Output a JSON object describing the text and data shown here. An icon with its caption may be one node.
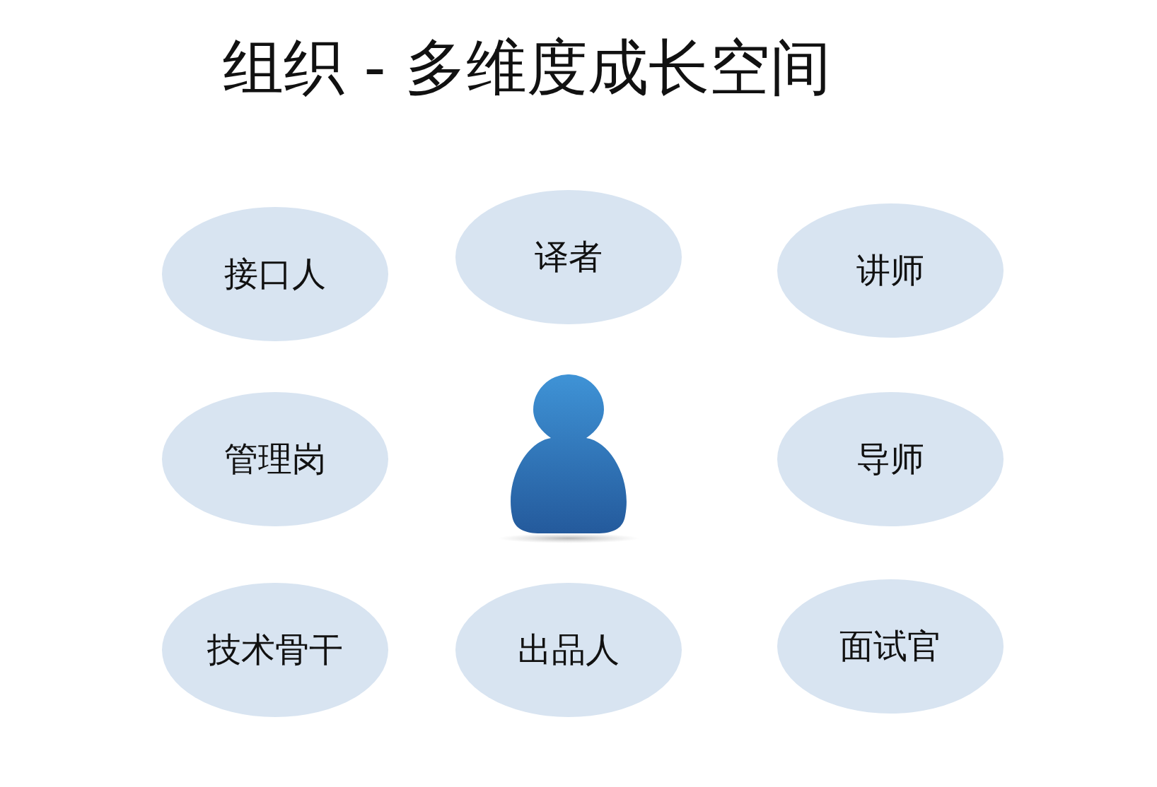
{
  "diagram": {
    "title": "组织 - 多维度成长空间",
    "nodes": [
      {
        "text": [
          "接口人"
        ]
      },
      {
        "text": [
          "译者"
        ]
      },
      {
        "text": [
          "讲师"
        ]
      },
      {
        "text": [
          "管理岗"
        ]
      },
      {
        "text": [
          "导师"
        ]
      },
      {
        "text": [
          "技术骨干"
        ]
      },
      {
        "text": [
          "出品人"
        ]
      },
      {
        "text": [
          "面试官"
        ]
      }
    ],
    "edges": []
  }
}
